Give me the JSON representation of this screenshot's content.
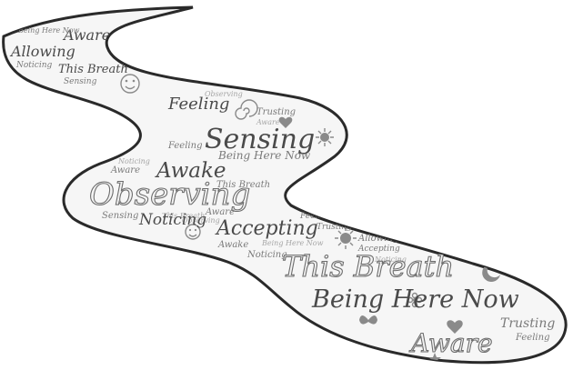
{
  "words": {
    "aware_tl": "Aware",
    "being_here_now_tl": "Being Here Now",
    "allowing_tl": "Allowing",
    "noticing_tl": "Noticing",
    "this_breath_tl": "This Breath",
    "sensing_tl": "Sensing",
    "feeling_main": "Feeling",
    "observing_small1": "Observing",
    "trusting_small1": "Trusting",
    "aware_small1": "Aware",
    "sensing_main": "Sensing",
    "awake_main": "Awake",
    "being_here_now_mid": "Being Here Now",
    "feeling_mid": "Feeling",
    "this_breath_mid": "This Breath",
    "noticing_small_mid": "Noticing",
    "aware_mid": "Aware",
    "observing_main": "Observing",
    "observing_small2": "Observing",
    "this_breath_small2": "This Breath",
    "sensing_small2": "Sensing",
    "noticing_main": "Noticing",
    "aware_small2": "Aware",
    "accepting_main": "Accepting",
    "feeling_small3": "Feeling",
    "trusting_small3": "Trusting",
    "noticing_small3": "Noticing",
    "awake_small3": "Awake",
    "being_here_now_small3": "Being Here Now",
    "allowing_small3": "Allowing",
    "accepting_small3": "Accepting",
    "noticing_small4": "Noticing",
    "this_breath_main": "This Breath",
    "being_here_now_main": "Being Here Now",
    "trusting_small4": "Trusting",
    "feeling_small4": "Feeling",
    "aware_main": "Aware"
  },
  "colors": {
    "outline": "#2a2a2a",
    "text": "#4a4a4a",
    "icons": "#8a8a8a"
  },
  "icons": [
    "smiley-face-icon",
    "sun-icon",
    "heart-icon",
    "spiral-icon",
    "moon-icon",
    "star-icon",
    "butterfly-icon",
    "flower-icon"
  ]
}
